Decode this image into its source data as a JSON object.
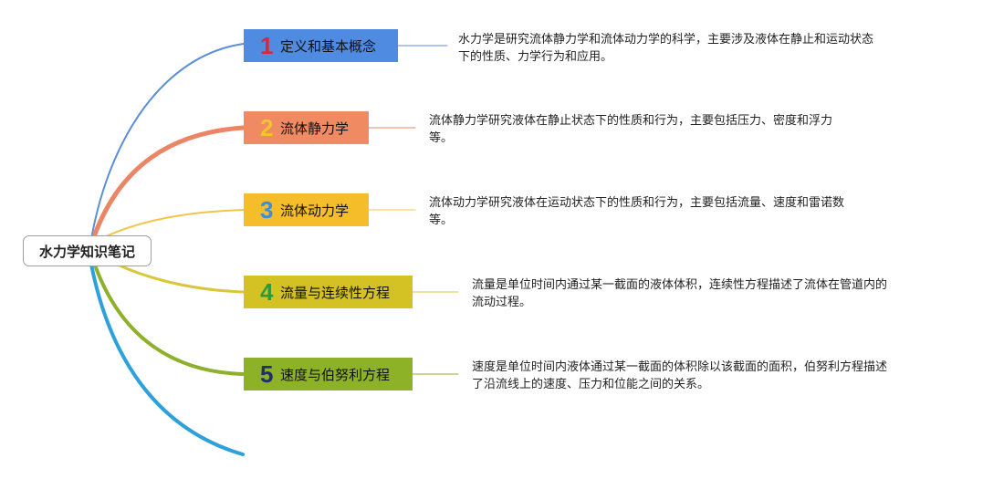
{
  "root": {
    "label": "水力学知识笔记"
  },
  "topics": [
    {
      "number": "1",
      "title": "定义和基本概念",
      "line1": "水力学是研究流体静力学和流体动力学的科学，主要涉及液体在静止和运动状态",
      "line2": "下的性质、力学行为和应用。",
      "branch_color": "#5b8fd6",
      "box_color": "#4f8be0",
      "number_color": "#d8283a"
    },
    {
      "number": "2",
      "title": "流体静力学",
      "line1": "流体静力学研究液体在静止状态下的性质和行为，主要包括压力、密度和浮力",
      "line2": "等。",
      "branch_color": "#ea8665",
      "box_color": "#f08a62",
      "number_color": "#f5c42c"
    },
    {
      "number": "3",
      "title": "流体动力学",
      "line1": "流体动力学研究液体在运动状态下的性质和行为，主要包括流量、速度和雷诺数",
      "line2": "等。",
      "branch_color": "#f2c54a",
      "box_color": "#f5bd2a",
      "number_color": "#3a8fd8"
    },
    {
      "number": "4",
      "title": "流量与连续性方程",
      "line1": "流量是单位时间内通过某一截面的液体体积，连续性方程描述了流体在管道内的",
      "line2": "流动过程。",
      "branch_color": "#d9c739",
      "box_color": "#d4c224",
      "number_color": "#2c9a3a"
    },
    {
      "number": "5",
      "title": "速度与伯努利方程",
      "line1": "速度是单位时间内液体通过某一截面的体积除以该截面的面积，伯努利方程描述",
      "line2": "了沿流线上的速度、压力和位能之间的关系。",
      "branch_color": "#8fb02c",
      "box_color": "#8db227",
      "number_color": "#1f2e6e"
    }
  ],
  "extra_branch_color": "#2ea0dc"
}
